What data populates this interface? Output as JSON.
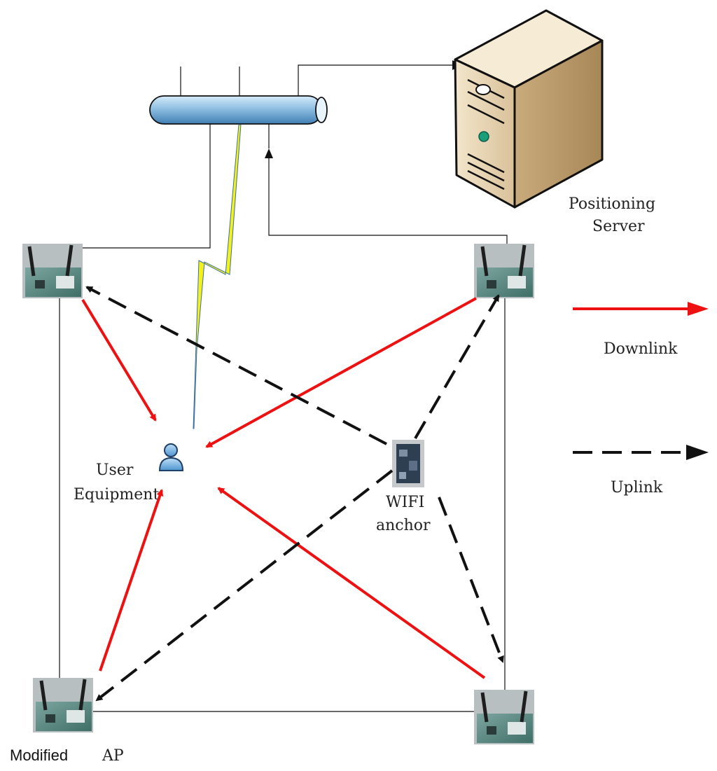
{
  "labels": {
    "positioning_server_line1": "Positioning",
    "positioning_server_line2": "Server",
    "user_equipment_line1": "User",
    "user_equipment_line2": "Equipment",
    "wifi_anchor_line1": "WIFI",
    "wifi_anchor_line2": "anchor",
    "modified_ap_word1": "Modified",
    "modified_ap_word2": "AP"
  },
  "legend": {
    "downlink": "Downlink",
    "uplink": "Uplink"
  },
  "colors": {
    "downlink": "#ee1111",
    "uplink": "#111111",
    "wired": "#111111",
    "wireless_bolt": "#f2f21a",
    "bus_pipe": "#9cc7e6",
    "server_body": "#e6d3b0"
  },
  "icons": {
    "server": "server-tower-icon",
    "user": "user-person-icon",
    "access_point": "wifi-board-icon",
    "anchor": "wifi-anchor-board-icon",
    "bus": "network-bus-pipe-icon",
    "wireless": "lightning-bolt-icon"
  }
}
